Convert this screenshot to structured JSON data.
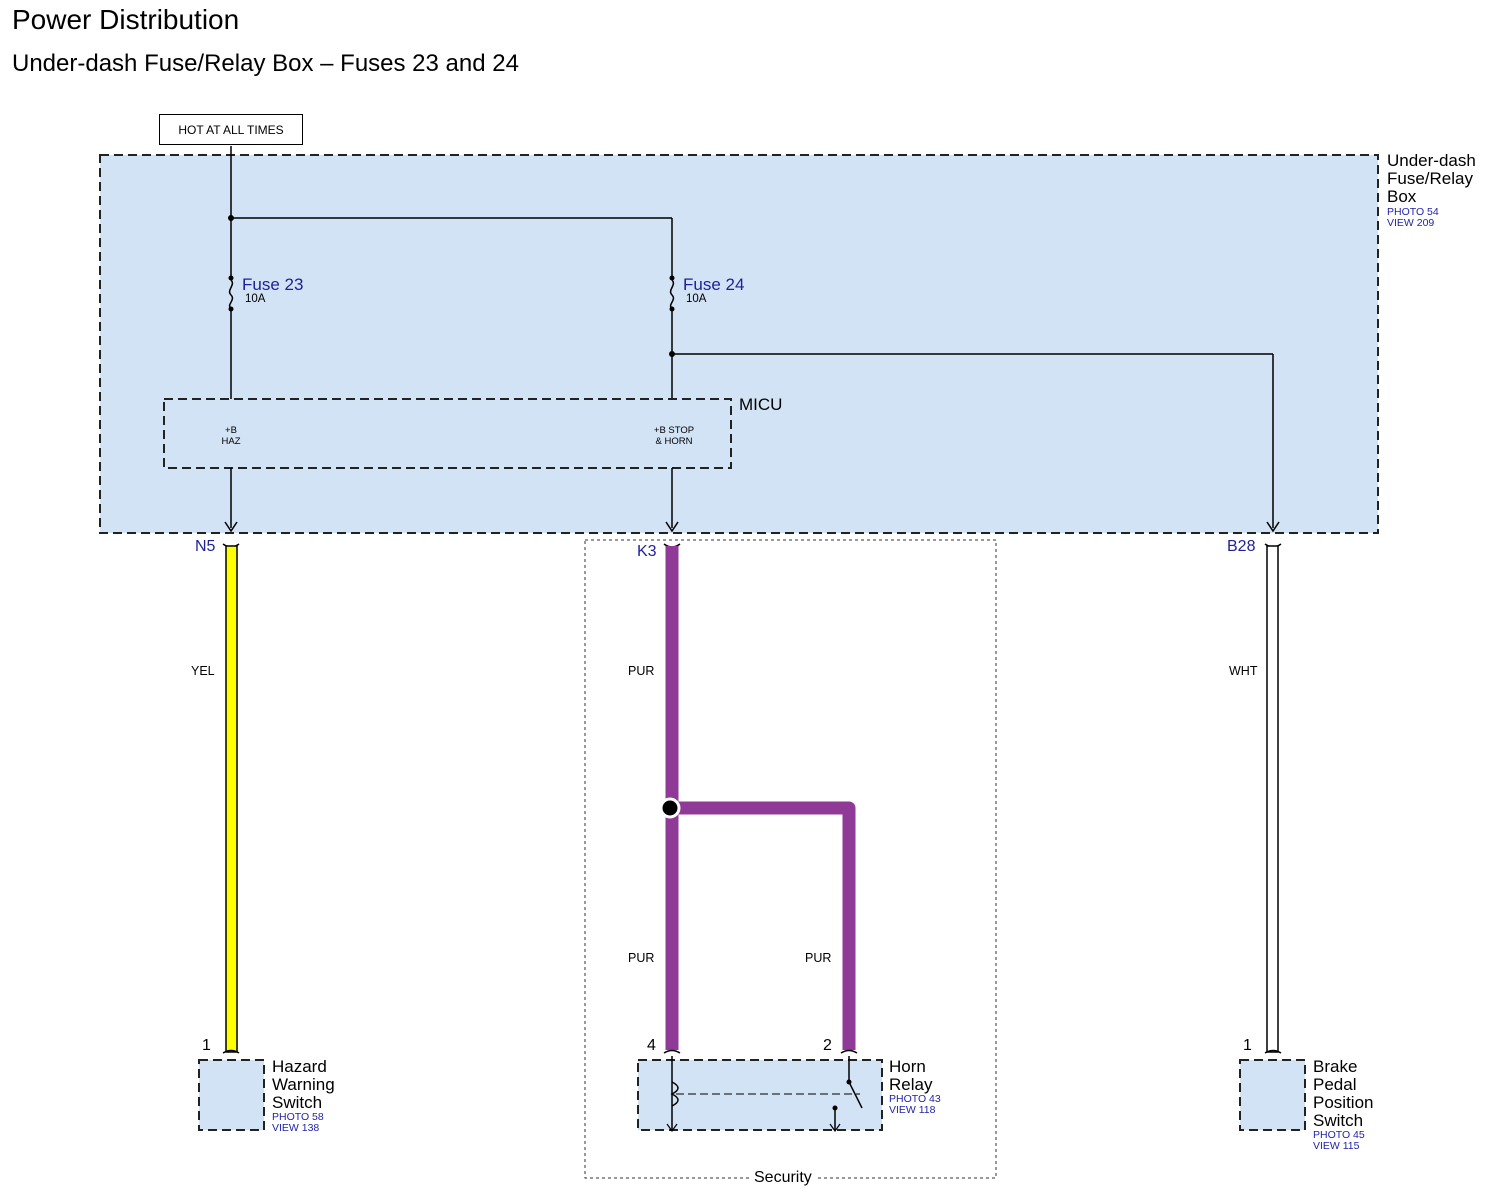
{
  "header": {
    "title": "Power Distribution",
    "subtitle": "Under-dash Fuse/Relay Box – Fuses 23 and 24"
  },
  "source": {
    "label": "HOT AT ALL TIMES"
  },
  "fuse_box": {
    "name_lines": [
      "Under-dash",
      "Fuse/Relay",
      "Box"
    ],
    "photo": "PHOTO 54",
    "view": "VIEW 209"
  },
  "fuses": [
    {
      "name": "Fuse 23",
      "rating": "10A"
    },
    {
      "name": "Fuse 24",
      "rating": "10A"
    }
  ],
  "micu": {
    "name": "MICU",
    "pins": [
      {
        "line1": "+B",
        "line2": "HAZ"
      },
      {
        "line1": "+B STOP",
        "line2": "& HORN"
      }
    ]
  },
  "connectors": [
    "N5",
    "K3",
    "B28"
  ],
  "wires": {
    "left": "YEL",
    "center_top": "PUR",
    "center_left": "PUR",
    "center_right": "PUR",
    "right": "WHT"
  },
  "components": {
    "hazard": {
      "pin": "1",
      "name_lines": [
        "Hazard",
        "Warning",
        "Switch"
      ],
      "photo": "PHOTO 58",
      "view": "VIEW 138"
    },
    "horn_relay": {
      "pin_left": "4",
      "pin_right": "2",
      "name_lines": [
        "Horn",
        "Relay"
      ],
      "photo": "PHOTO 43",
      "view": "VIEW 118"
    },
    "brake": {
      "pin": "1",
      "name_lines": [
        "Brake",
        "Pedal",
        "Position",
        "Switch"
      ],
      "photo": "PHOTO 45",
      "view": "VIEW 115"
    }
  },
  "security": {
    "label": "Security"
  },
  "colors": {
    "box_fill": "#d2e3f5",
    "yellow_wire": "#ffff00",
    "purple_wire": "#8e3a96",
    "label_blue": "#1f1f9a"
  }
}
